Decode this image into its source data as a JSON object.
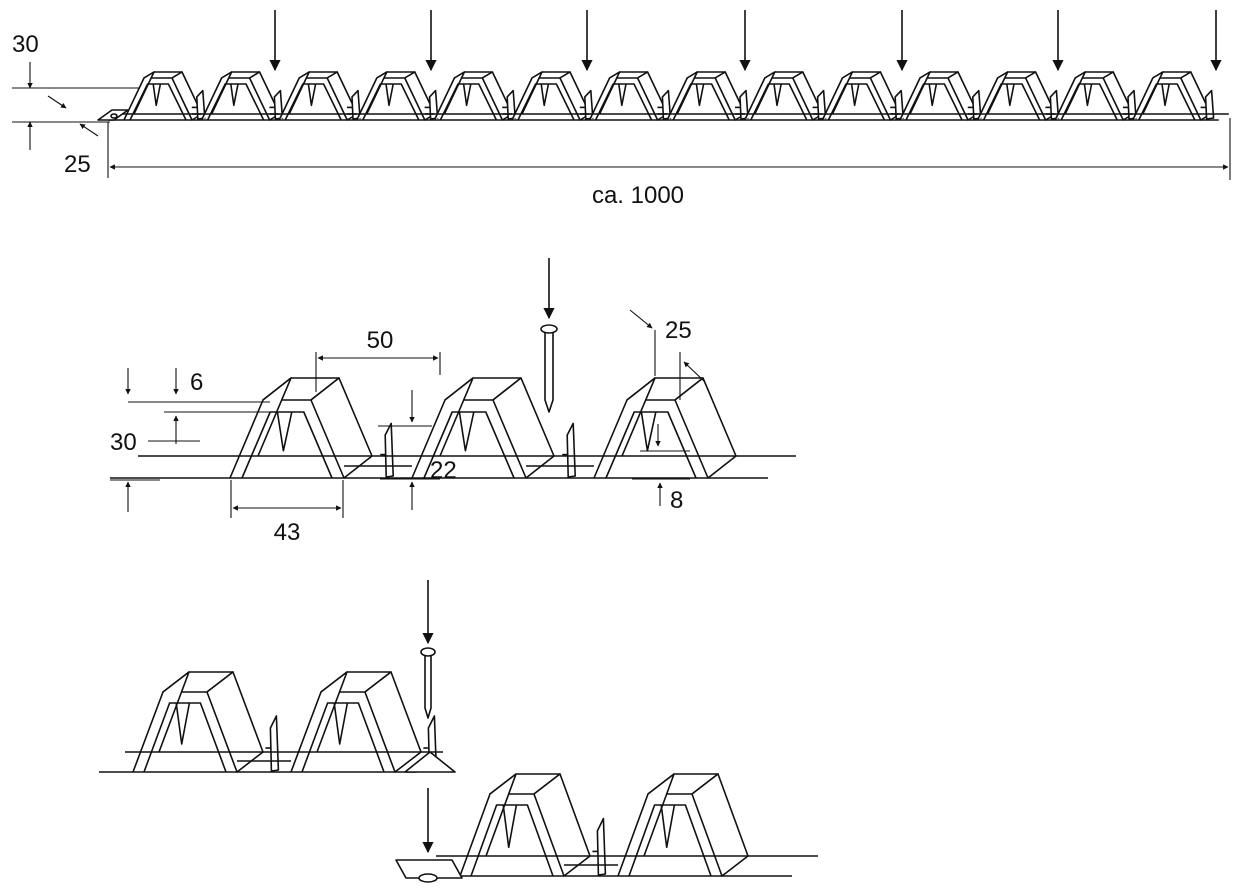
{
  "figure": {
    "overview": {
      "dim_height": "30",
      "dim_width": "25",
      "dim_length": "ca. 1000"
    },
    "detail": {
      "dim_rib_spacing": "50",
      "dim_depth": "25",
      "dim_top": "6",
      "dim_height": "30",
      "dim_inner": "22",
      "dim_clip": "8",
      "dim_base": "43"
    }
  },
  "colors": {
    "line": "#111111",
    "background": "#ffffff"
  }
}
